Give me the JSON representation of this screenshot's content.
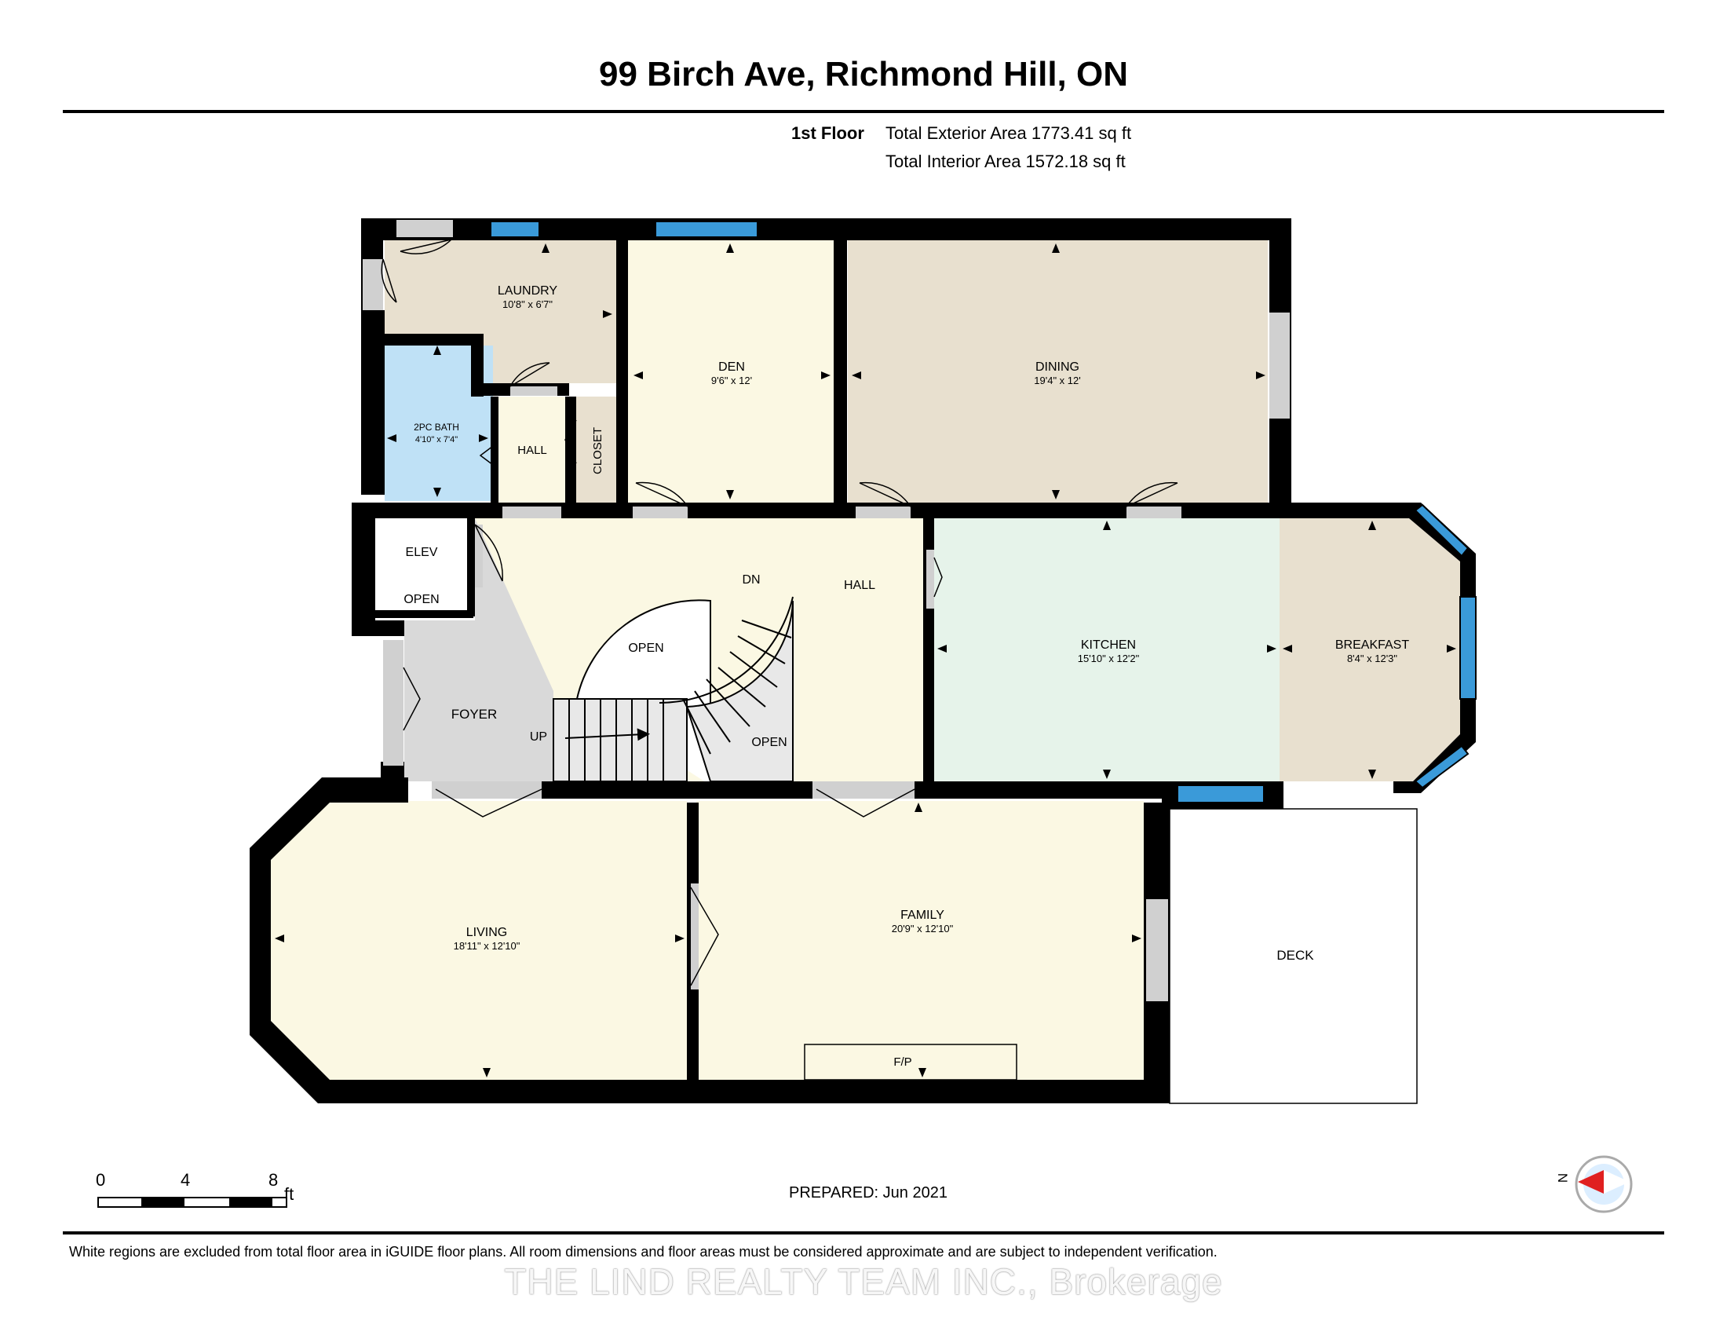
{
  "header": {
    "address": "99 Birch Ave, Richmond Hill, ON",
    "floor": "1st Floor",
    "exterior_area": "Total Exterior Area 1773.41 sq ft",
    "interior_area": "Total Interior Area 1572.18 sq ft"
  },
  "rooms": {
    "laundry": {
      "name": "LAUNDRY",
      "dims": "10'8\" x 6'7\""
    },
    "den": {
      "name": "DEN",
      "dims": "9'6\" x 12'"
    },
    "dining": {
      "name": "DINING",
      "dims": "19'4\" x 12'"
    },
    "bath": {
      "name": "2PC BATH",
      "dims": "4'10\" x 7'4\""
    },
    "hall_small": {
      "name": "HALL"
    },
    "closet": {
      "name": "CLOSET"
    },
    "elev": {
      "name": "ELEV"
    },
    "elev_open": {
      "name": "OPEN"
    },
    "hall_main": {
      "name": "HALL"
    },
    "dn": {
      "name": "DN"
    },
    "stair_open_upper": {
      "name": "OPEN"
    },
    "stair_open_lower": {
      "name": "OPEN"
    },
    "foyer": {
      "name": "FOYER"
    },
    "up": {
      "name": "UP"
    },
    "kitchen": {
      "name": "KITCHEN",
      "dims": "15'10\" x 12'2\""
    },
    "breakfast": {
      "name": "BREAKFAST",
      "dims": "8'4\" x 12'3\""
    },
    "living": {
      "name": "LIVING",
      "dims": "18'11\" x 12'10\""
    },
    "family": {
      "name": "FAMILY",
      "dims": "20'9\" x 12'10\""
    },
    "fireplace": {
      "name": "F/P"
    },
    "deck": {
      "name": "DECK"
    }
  },
  "scale": {
    "marks": [
      "0",
      "4",
      "8"
    ],
    "unit": "ft"
  },
  "compass": {
    "label": "N"
  },
  "footer": {
    "prepared": "PREPARED: Jun 2021",
    "disclaimer": "White regions are excluded from total floor area in iGUIDE floor plans. All room dimensions and floor areas must be considered approximate and are subject to independent verification.",
    "watermark": "THE LIND REALTY TEAM INC., Brokerage"
  },
  "colors": {
    "wall": "#000000",
    "window": "#3a9ad9",
    "laundry": "#e8e0cf",
    "den": "#fbf8e3",
    "dining": "#e8e0cf",
    "bath": "#bfe1f6",
    "hall": "#fbf8e3",
    "foyer": "#d9d9d9",
    "kitchen": "#e6f3ea",
    "breakfast": "#e8e0cf",
    "living": "#fbf8e3",
    "family": "#fbf8e3"
  }
}
